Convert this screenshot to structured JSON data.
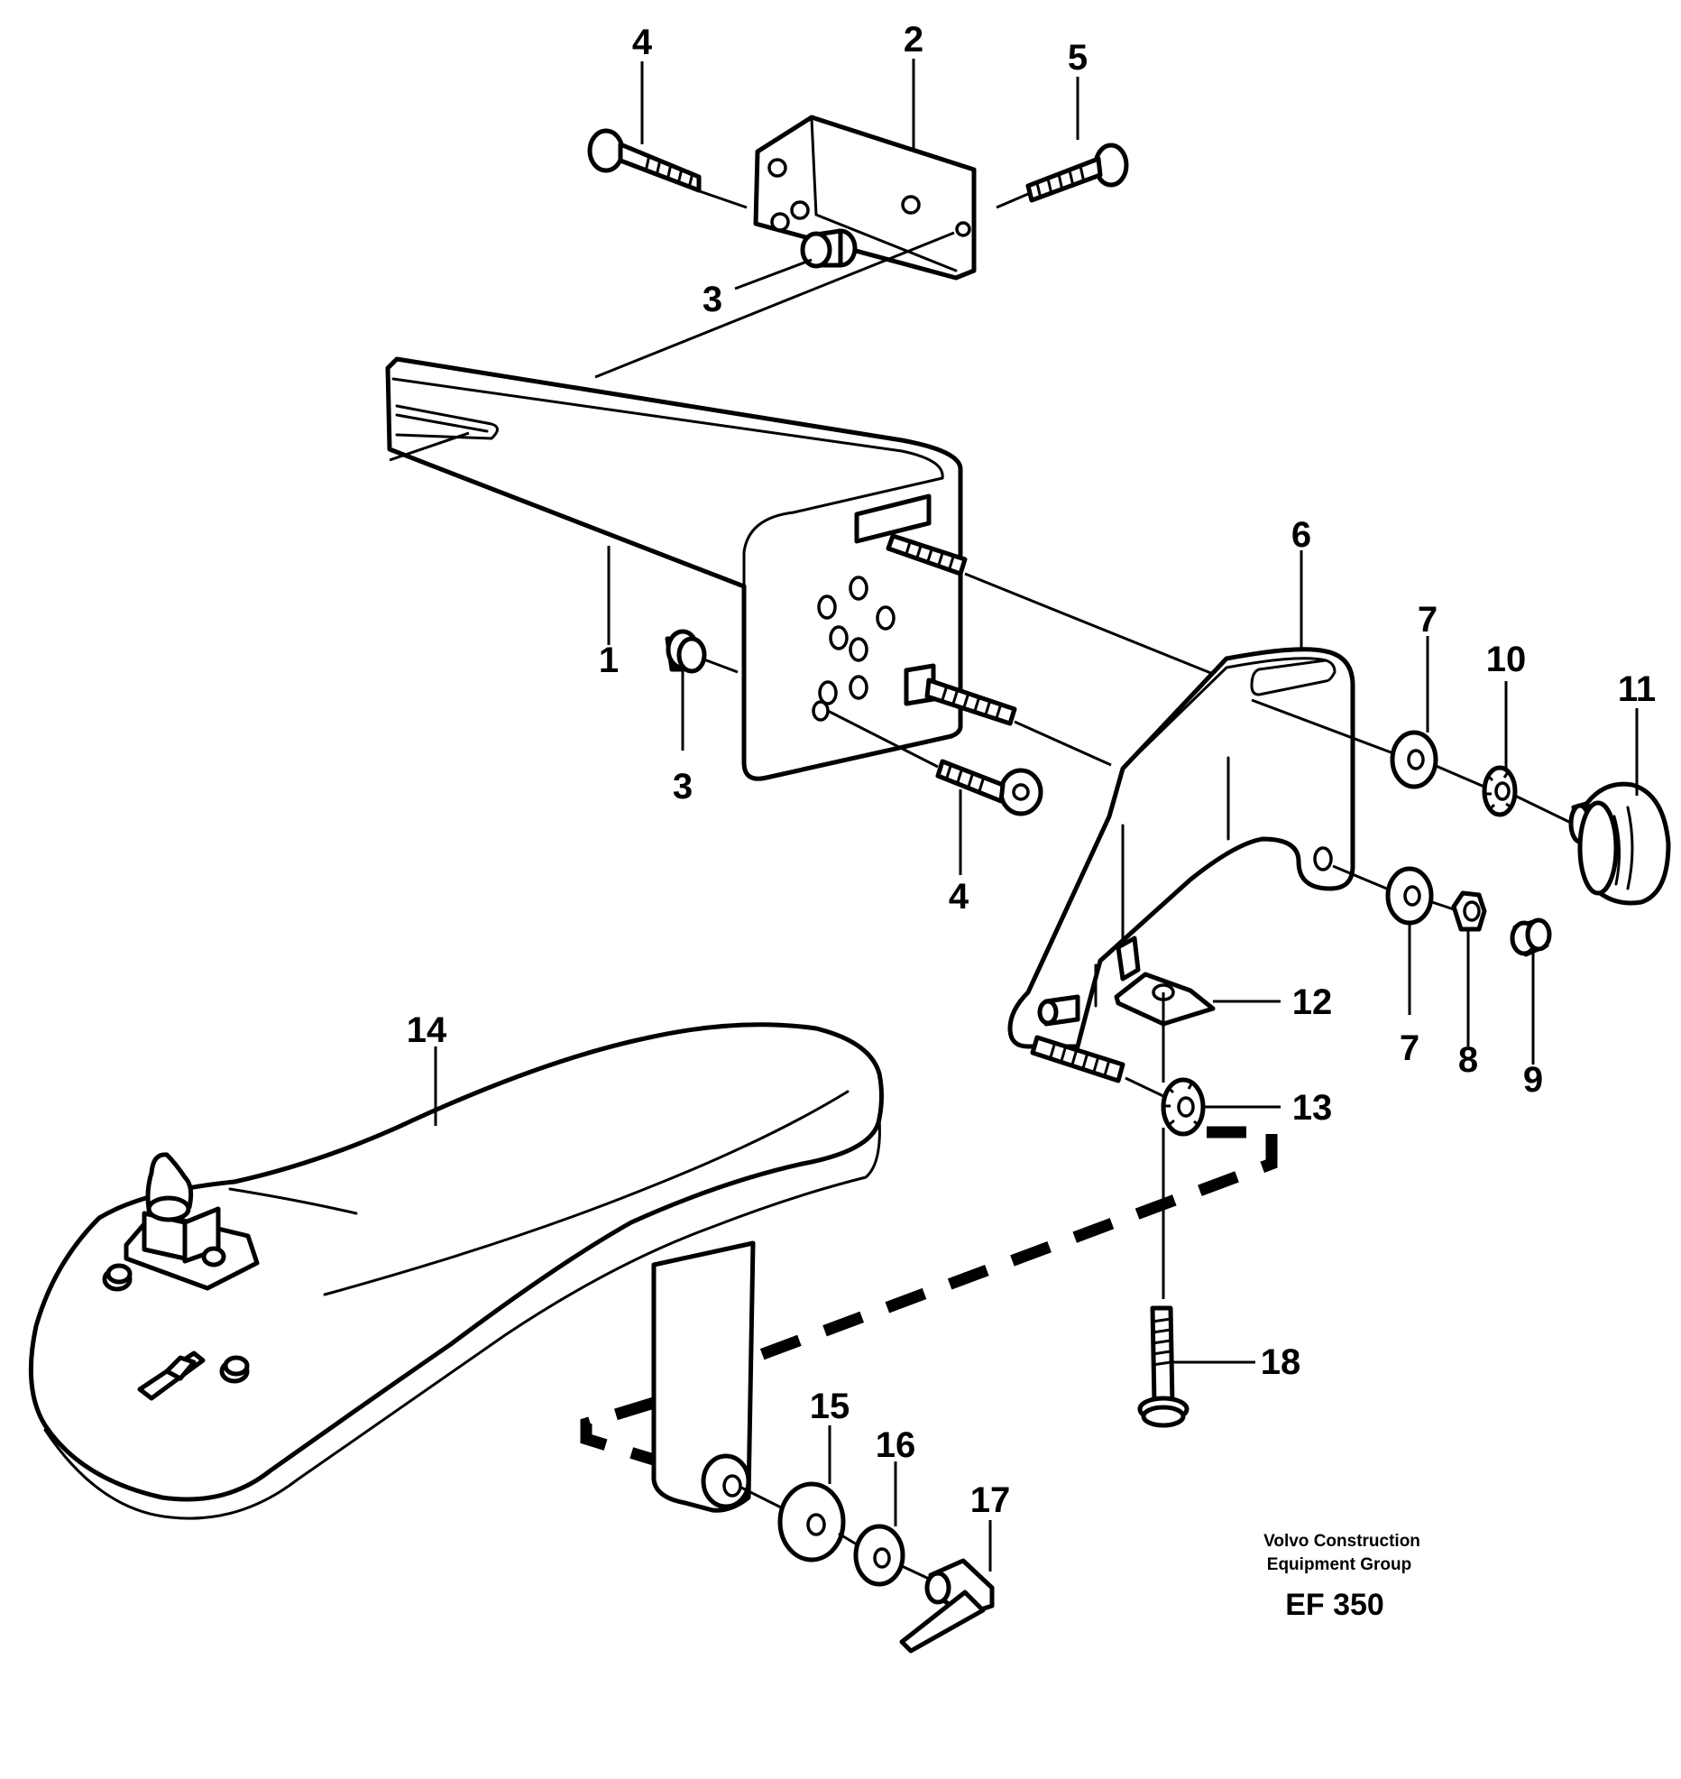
{
  "callouts": {
    "c1": "1",
    "c2": "2",
    "c3a": "3",
    "c3b": "3",
    "c4a": "4",
    "c4b": "4",
    "c5": "5",
    "c6": "6",
    "c7a": "7",
    "c7b": "7",
    "c8": "8",
    "c9": "9",
    "c10": "10",
    "c11": "11",
    "c12": "12",
    "c13": "13",
    "c14": "14",
    "c15": "15",
    "c16": "16",
    "c17": "17",
    "c18": "18"
  },
  "footer": {
    "company_line1": "Volvo Construction",
    "company_line2": "Equipment Group",
    "figure_code": "EF 350"
  }
}
